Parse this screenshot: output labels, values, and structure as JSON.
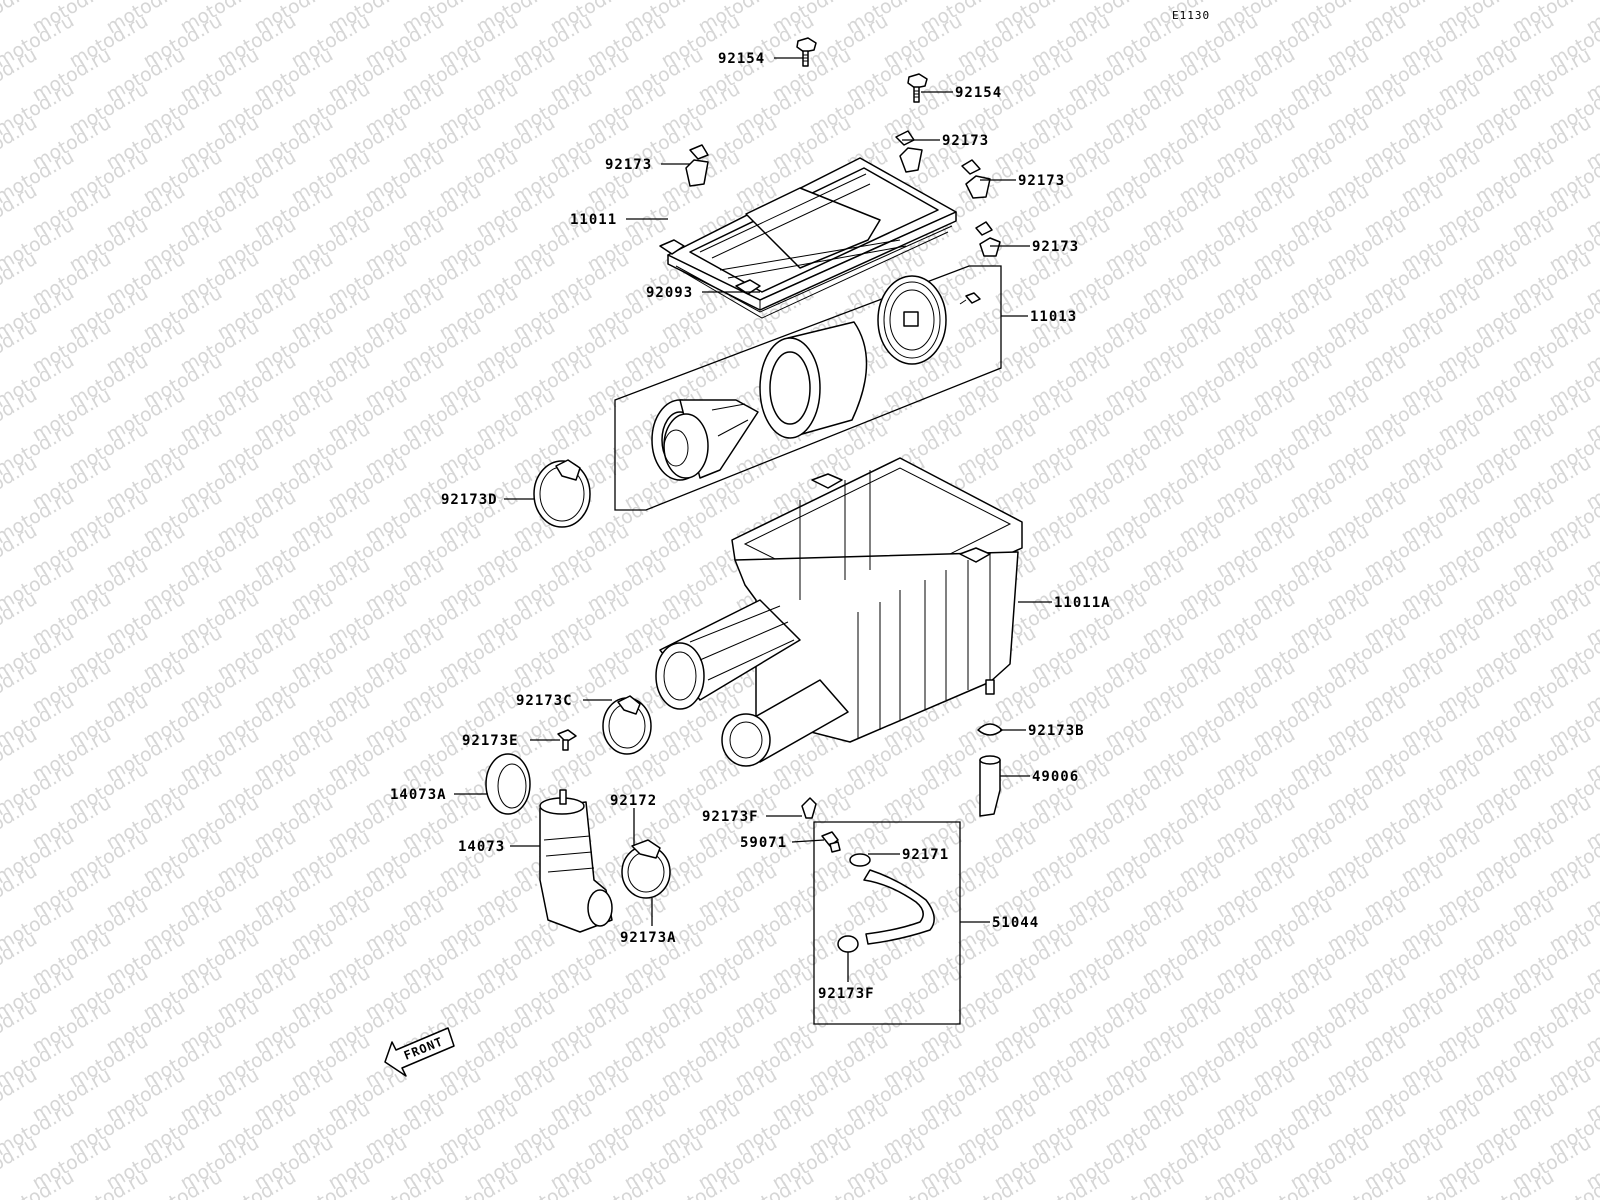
{
  "diagram_code": "E1130",
  "watermark": "motod.ru",
  "front_arrow": "FRONT",
  "labels": {
    "p92154_top": "92154",
    "p92154_right": "92154",
    "p92173_left": "92173",
    "p92173_r1": "92173",
    "p92173_r2": "92173",
    "p92173_r3": "92173",
    "p11011": "11011",
    "p92093": "92093",
    "p11013": "11013",
    "p92173D": "92173D",
    "p11011A": "11011A",
    "p92173C": "92173C",
    "p92173E": "92173E",
    "p92173B": "92173B",
    "p14073A": "14073A",
    "p49006": "49006",
    "p92172": "92172",
    "p92173F_a": "92173F",
    "p59071": "59071",
    "p92171": "92171",
    "p14073": "14073",
    "p51044": "51044",
    "p92173A": "92173A",
    "p92173F_b": "92173F"
  }
}
